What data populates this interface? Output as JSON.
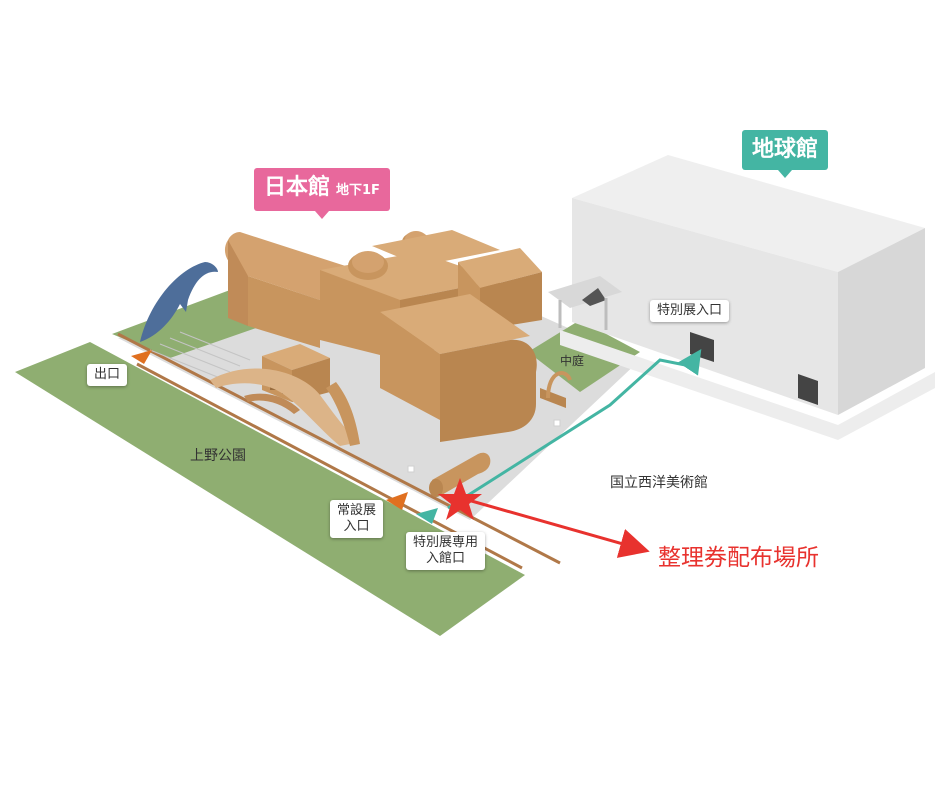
{
  "buildings": {
    "honkan": {
      "name": "日本館",
      "floor": "地下1F",
      "color": "#e8689c"
    },
    "chikyukan": {
      "name": "地球館",
      "color": "#44b5a3"
    }
  },
  "labels": {
    "exit": "出口",
    "ueno_park": "上野公園",
    "courtyard": "中庭",
    "special_entrance": "特別展入口",
    "museum_western_art": "国立西洋美術館",
    "permanent_entrance_line1": "常設展",
    "permanent_entrance_line2": "入口",
    "special_only_line1": "特別展専用",
    "special_only_line2": "入館口"
  },
  "ticket": {
    "label": "整理券配布場所",
    "color": "#e8322e"
  },
  "colors": {
    "park_green": "#8fae71",
    "building_brown": "#c8955e",
    "annex_gray": "#e4e4e4",
    "route_teal": "#44b5a3",
    "exit_orange": "#e07020"
  }
}
